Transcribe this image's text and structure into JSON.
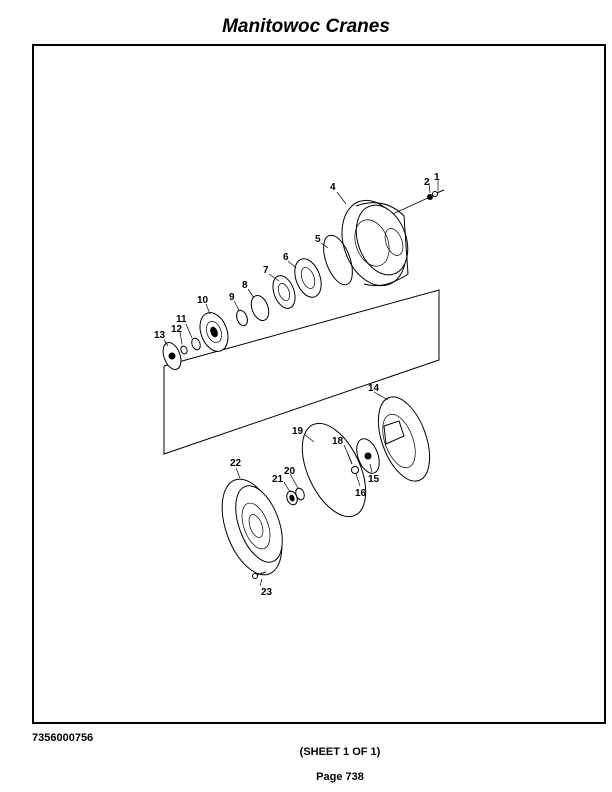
{
  "header": {
    "title": "Manitowoc Cranes"
  },
  "footer": {
    "document_number": "7356000756",
    "sheet": "(SHEET 1 OF 1)",
    "page": "Page 738"
  },
  "diagram": {
    "callouts": [
      "1",
      "2",
      "4",
      "5",
      "6",
      "7",
      "8",
      "9",
      "10",
      "11",
      "12",
      "13",
      "14",
      "15",
      "16",
      "18",
      "19",
      "20",
      "21",
      "22",
      "23"
    ]
  }
}
